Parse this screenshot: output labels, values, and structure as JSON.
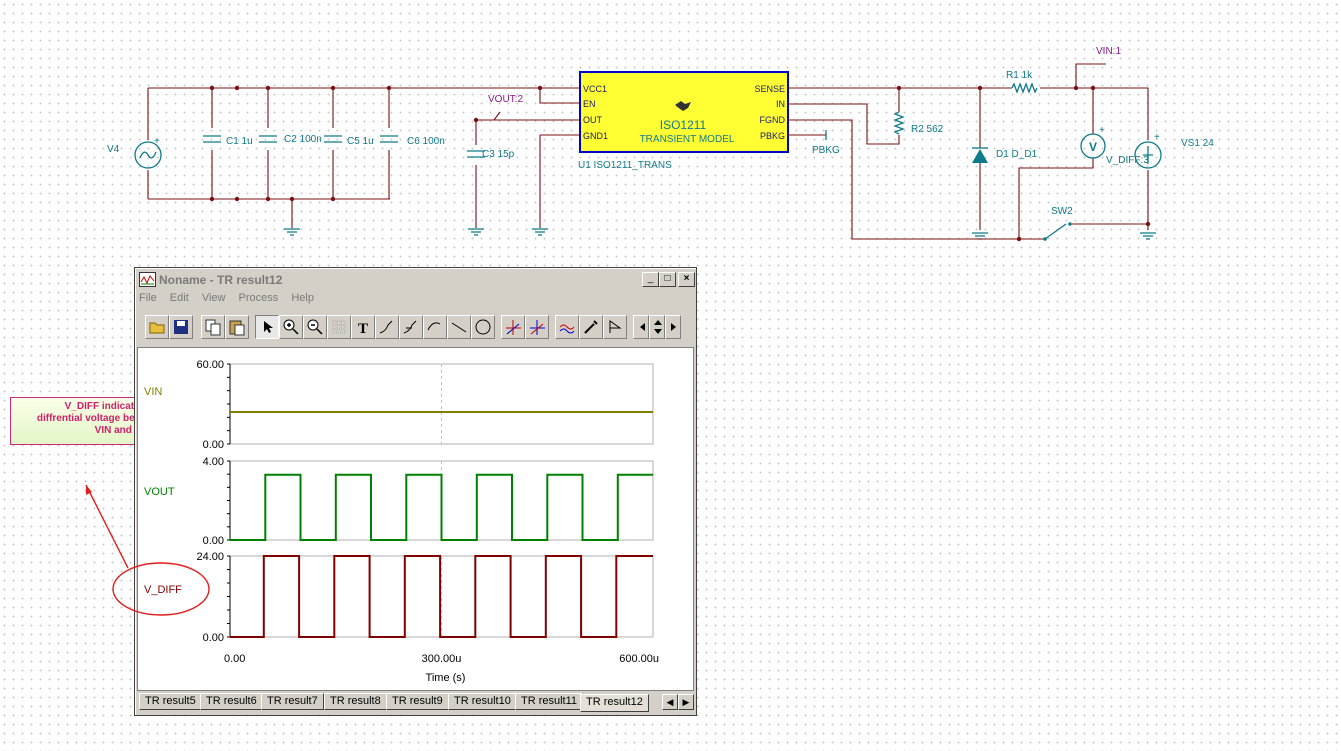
{
  "schematic": {
    "source_v4": "V4",
    "caps": [
      "C1 1u",
      "C2 100n",
      "C5 1u",
      "C6 100n"
    ],
    "c3": "C3 15p",
    "vout_probe": "VOUT:2",
    "ic": {
      "pins_left": [
        "VCC1",
        "EN",
        "OUT",
        "GND1"
      ],
      "pins_right": [
        "SENSE",
        "IN",
        "FGND",
        "PBKG"
      ],
      "name": "ISO1211",
      "model": "TRANSIENT MODEL",
      "ref": "U1 ISO1211_TRANS"
    },
    "pbkg": "PBKG",
    "r2": "R2 562",
    "d1": "D1 D_D1",
    "r1": "R1 1k",
    "vin_probe": "VIN:1",
    "vmeter": "V",
    "vdiff_probe": "V_DIFF:3",
    "vs1": "VS1 24",
    "sw2": "SW2"
  },
  "window": {
    "title": "Noname - TR result12",
    "controls": {
      "minimize": "_",
      "maximize": "□",
      "close": "×"
    },
    "menu": [
      "File",
      "Edit",
      "View",
      "Process",
      "Help"
    ],
    "tabs": [
      "TR result5",
      "TR result6",
      "TR result7",
      "TR result8",
      "TR result9",
      "TR result10",
      "TR result11",
      "TR result12"
    ],
    "active_tab": "TR result12"
  },
  "annotation": {
    "note_lines": [
      "V_DIFF indicates the",
      "diffrential voltage between",
      "VIN and FGND"
    ]
  },
  "chart_data": {
    "type": "line",
    "xlabel": "Time (s)",
    "x_ticks": [
      "0.00",
      "300.00u",
      "600.00u"
    ],
    "x_range": [
      0,
      600
    ],
    "panels": [
      {
        "name": "VIN",
        "ylim": [
          0,
          60
        ],
        "y_ticks": [
          "60.00",
          "0.00"
        ],
        "color": "#808000",
        "points": [
          [
            0,
            24
          ],
          [
            600,
            24
          ]
        ]
      },
      {
        "name": "VOUT",
        "ylim": [
          0,
          4
        ],
        "y_ticks": [
          "4.00",
          "0.00"
        ],
        "color": "#008000",
        "points": [
          [
            0,
            0
          ],
          [
            50,
            0
          ],
          [
            50,
            3.3
          ],
          [
            100,
            3.3
          ],
          [
            100,
            0
          ],
          [
            150,
            0
          ],
          [
            150,
            3.3
          ],
          [
            200,
            3.3
          ],
          [
            200,
            0
          ],
          [
            250,
            0
          ],
          [
            250,
            3.3
          ],
          [
            300,
            3.3
          ],
          [
            300,
            0
          ],
          [
            350,
            0
          ],
          [
            350,
            3.3
          ],
          [
            400,
            3.3
          ],
          [
            400,
            0
          ],
          [
            450,
            0
          ],
          [
            450,
            3.3
          ],
          [
            500,
            3.3
          ],
          [
            500,
            0
          ],
          [
            550,
            0
          ],
          [
            550,
            3.3
          ],
          [
            600,
            3.3
          ]
        ]
      },
      {
        "name": "V_DIFF",
        "ylim": [
          0,
          24
        ],
        "y_ticks": [
          "24.00",
          "0.00"
        ],
        "color": "#800000",
        "points": [
          [
            0,
            0
          ],
          [
            48,
            0
          ],
          [
            48,
            24
          ],
          [
            98,
            24
          ],
          [
            98,
            0
          ],
          [
            148,
            0
          ],
          [
            148,
            24
          ],
          [
            198,
            24
          ],
          [
            198,
            0
          ],
          [
            248,
            0
          ],
          [
            248,
            24
          ],
          [
            298,
            24
          ],
          [
            298,
            0
          ],
          [
            348,
            0
          ],
          [
            348,
            24
          ],
          [
            398,
            24
          ],
          [
            398,
            0
          ],
          [
            448,
            0
          ],
          [
            448,
            24
          ],
          [
            498,
            24
          ],
          [
            498,
            0
          ],
          [
            548,
            0
          ],
          [
            548,
            24
          ],
          [
            600,
            24
          ]
        ]
      }
    ]
  }
}
